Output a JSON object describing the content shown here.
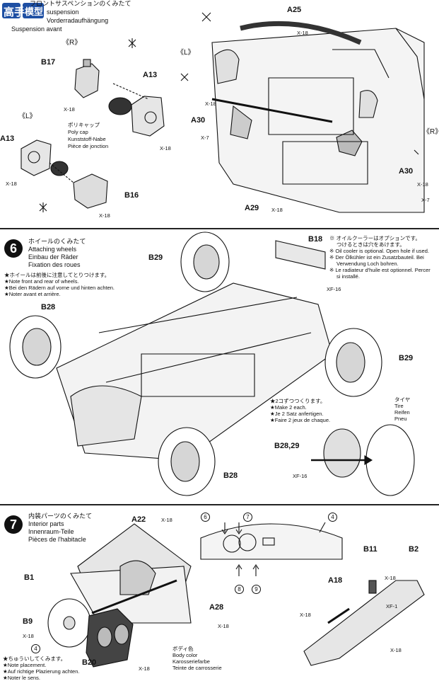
{
  "watermark": {
    "text1": "高手",
    "text2": "模型"
  },
  "section5": {
    "title_jp": "フロントサスペンションのくみたて",
    "title_en": "suspension",
    "title_de": "Vorderradaufhängung",
    "title_fr": "Suspension avant",
    "r_mark": "《R》",
    "l_mark": "《L》",
    "l_mark2": "《L》",
    "r_mark2": "《R》",
    "parts": {
      "b17": "B17",
      "a13a": "A13",
      "a13b": "A13",
      "b16": "B16",
      "a25": "A25",
      "a30a": "A30",
      "a30b": "A30",
      "a29": "A29"
    },
    "poly_cap": [
      "ポリキャップ",
      "Poly cap",
      "Kunststoff-Nabe",
      "Pièce de jonction"
    ],
    "screws": {
      "x18": "X-18",
      "x7": "X-7"
    }
  },
  "section6": {
    "number": "6",
    "title_jp": "ホイールのくみたて",
    "title_en": "Attaching wheels",
    "title_de": "Einbau der Räder",
    "title_fr": "Fixation des roues",
    "notes": [
      "★ホイールは前後に注意してとりつけます。",
      "★Note front and rear of wheels.",
      "★Bei den Rädern auf vorne und hinten achten.",
      "★Noter avant et arrière."
    ],
    "oil_notes": [
      "※ オイルクーラーはオプションです。",
      "つけるときは穴をあけます。",
      "※ Oil cooler is optional. Open hole if used.",
      "※ Der Ölkühler ist ein Zusatzbauteil. Bei",
      "Verwendung Loch bohren.",
      "※ Le radiateur d'huile est optionnel. Percer",
      "si installé."
    ],
    "make2": [
      "★2コずつつくります。",
      "★Make 2 each.",
      "★Je 2 Satz anfertigen.",
      "★Faire 2 jeux de chaque."
    ],
    "tire": [
      "タイヤ",
      "Tire",
      "Reifen",
      "Pneu"
    ],
    "parts": {
      "b18": "B18",
      "b29a": "B29",
      "b29b": "B29",
      "b28a": "B28",
      "b28b": "B28",
      "b2829": "B28,29"
    },
    "screws": {
      "xf16a": "XF-16",
      "xf16b": "XF-16"
    }
  },
  "section7": {
    "number": "7",
    "title_jp": "内装パーツのくみたて",
    "title_en": "Interior parts",
    "title_de": "Innenraum-Teile",
    "title_fr": "Pièces de l'habitacle",
    "notes": [
      "★ちゅういしてくみます。",
      "★Note placement.",
      "★Auf richtige Plazierung achten.",
      "★Noter le sens."
    ],
    "body_color": [
      "ボディ色",
      "Body color",
      "Karosseriefarbe",
      "Teinte de carrosserie"
    ],
    "parts": {
      "a22": "A22",
      "b1": "B1",
      "b9": "B9",
      "b20": "B20",
      "a28": "A28",
      "a18": "A18",
      "b11": "B11",
      "b2": "B2"
    },
    "screws": {
      "x18": "X-18",
      "xf1": "XF-1"
    },
    "circles": {
      "c4": "4",
      "c6": "6",
      "c7": "7",
      "c8": "8",
      "c9": "9",
      "c4b": "4"
    }
  }
}
